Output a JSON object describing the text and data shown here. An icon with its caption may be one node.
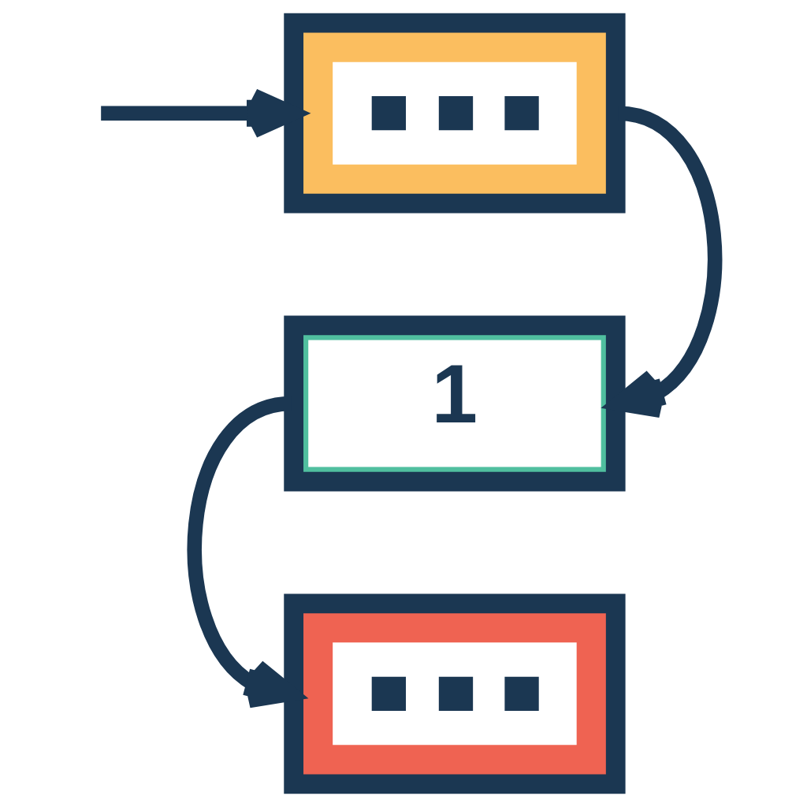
{
  "diagram": {
    "nodes": [
      {
        "text": [],
        "shape": "box"
      },
      {
        "text": [
          "1"
        ]
      },
      {
        "text": [],
        "shape": "box"
      }
    ],
    "edges": [
      {
        "from": null,
        "to": 0,
        "arrow": "to"
      },
      {
        "from": 0,
        "to": 1,
        "arrow": "to"
      },
      {
        "from": 1,
        "to": 2,
        "arrow": "to"
      }
    ]
  }
}
